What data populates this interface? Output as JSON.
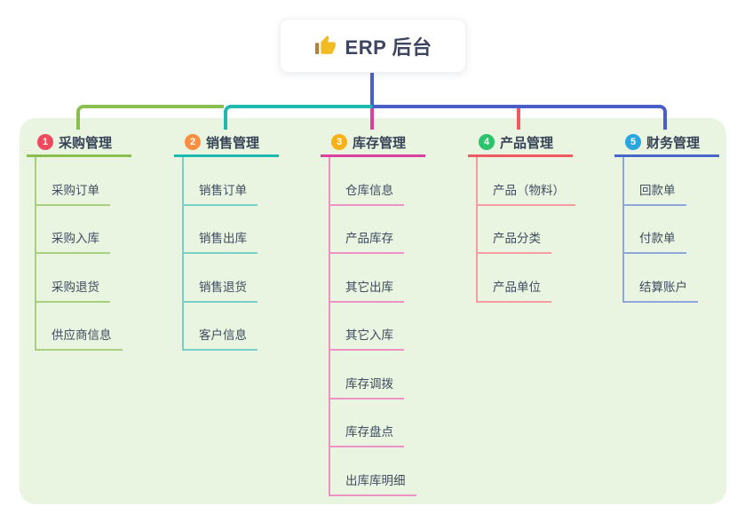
{
  "root": {
    "title": "ERP 后台",
    "icon": "thumbs-up-icon",
    "connector_color": "#4a5ec7"
  },
  "panel": {
    "background_color": "#e9f5e1"
  },
  "text_colors": {
    "title": "#3d4560",
    "branch_label": "#374357",
    "item_label": "#3f4b5e"
  },
  "icon_color": "#f2bb24",
  "icon_cuff_color": "#b07f3a",
  "branches": [
    {
      "number": "1",
      "label": "采购管理",
      "badge_color": "#f0485c",
      "line_color": "#8abf4f",
      "sub_line_color": "#a9d07f",
      "items": [
        "采购订单",
        "采购入库",
        "采购退货",
        "供应商信息"
      ]
    },
    {
      "number": "2",
      "label": "销售管理",
      "badge_color": "#fa8f42",
      "line_color": "#1eb9b1",
      "sub_line_color": "#79d0c9",
      "items": [
        "销售订单",
        "销售出库",
        "销售退货",
        "客户信息"
      ]
    },
    {
      "number": "3",
      "label": "库存管理",
      "badge_color": "#f8b117",
      "line_color": "#d8429e",
      "sub_line_color": "#ec92c5",
      "items": [
        "仓库信息",
        "产品库存",
        "其它出库",
        "其它入库",
        "库存调拨",
        "库存盘点",
        "出库库明细"
      ]
    },
    {
      "number": "4",
      "label": "产品管理",
      "badge_color": "#2dc36e",
      "line_color": "#f05b63",
      "sub_line_color": "#f59ba1",
      "items": [
        "产品（物料）",
        "产品分类",
        "产品单位"
      ]
    },
    {
      "number": "5",
      "label": "财务管理",
      "badge_color": "#2aa5de",
      "line_color": "#4767c8",
      "sub_line_color": "#8da7db",
      "items": [
        "回款单",
        "付款单",
        "结算账户"
      ]
    }
  ]
}
